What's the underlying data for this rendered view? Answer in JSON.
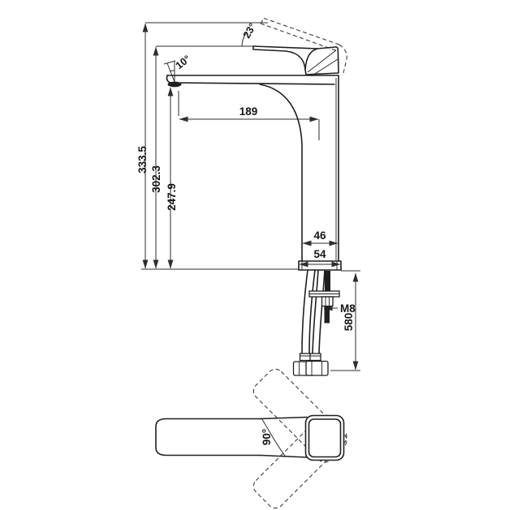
{
  "drawing": {
    "type": "technical-dimension-drawing",
    "subject": "tall single-lever basin mixer faucet, side elevation and plan view",
    "colors": {
      "background": "#ffffff",
      "line": "#1f1f1f",
      "dimension": "#2e2e2e"
    },
    "side_view": {
      "labels": {
        "total_height": "333.5",
        "handle_height": "302.3",
        "spout_height": "247.9",
        "spout_reach": "189",
        "body_width": "46",
        "base_width": "54",
        "thread_size": "M8",
        "hose_length": "580",
        "lever_angle": "23°",
        "aerator_angle": "10°"
      }
    },
    "bottom_view": {
      "labels": {
        "swivel_angle": "90°"
      }
    }
  }
}
